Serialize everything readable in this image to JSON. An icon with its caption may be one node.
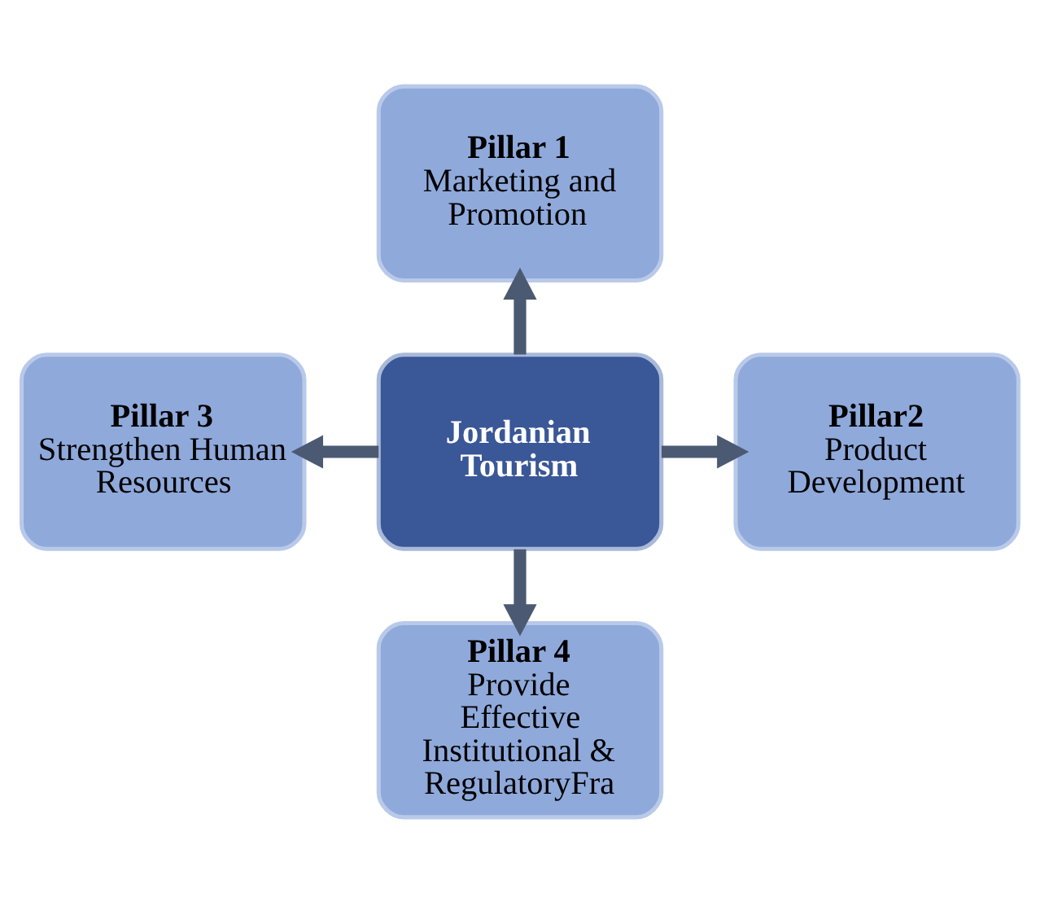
{
  "diagram": {
    "nodes": [
      {
        "text": [
          "Pillar 1",
          "Marketing and Promotion"
        ]
      },
      {
        "text": [
          "Pillar 3",
          "Strengthen Human Resources"
        ]
      },
      {
        "text": [
          "Jordanian Tourism"
        ]
      },
      {
        "text": [
          "Pillar2",
          "Product Development"
        ]
      },
      {
        "text": [
          "Pillar 4",
          "Provide Effective Institutional & RegulatoryFra"
        ]
      }
    ],
    "edges": [
      {
        "from": 2,
        "to": 0,
        "arrow": "to"
      },
      {
        "from": 2,
        "to": 1,
        "arrow": "to"
      },
      {
        "from": 2,
        "to": 3,
        "arrow": "to"
      },
      {
        "from": 2,
        "to": 4,
        "arrow": "to"
      }
    ]
  }
}
